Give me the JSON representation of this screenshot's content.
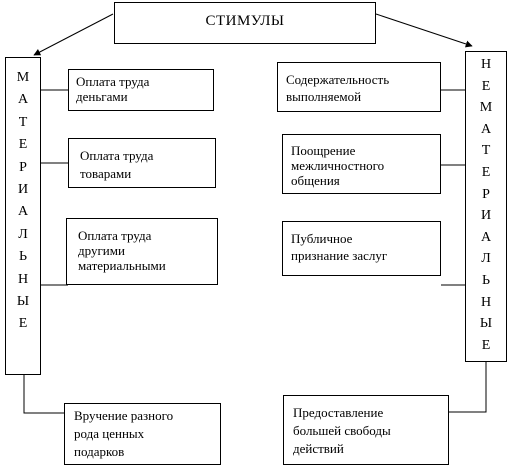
{
  "title": "СТИМУЛЫ",
  "left_column": {
    "letters": [
      "М",
      "А",
      "Т",
      "Е",
      "Р",
      "И",
      "А",
      "Л",
      "Ь",
      "Н",
      "Ы",
      "Е"
    ],
    "items": [
      "Оплата труда\nденьгами",
      "Оплата труда\nтоварами",
      "Оплата труда\nдругими\nматериальными",
      "Вручение разного\nрода ценных\nподарков"
    ]
  },
  "right_column": {
    "letters": [
      "Н",
      "Е",
      "М",
      "А",
      "Т",
      "Е",
      "Р",
      "И",
      "А",
      "Л",
      "Ь",
      "Н",
      "Ы",
      "Е"
    ],
    "items": [
      "Содержательность\nвыполняемой",
      "Поощрение\nмежличностного\nобщения",
      "Публичное\nпризнание заслуг",
      "Предоставление\nбольшей свободы\nдействий"
    ]
  }
}
